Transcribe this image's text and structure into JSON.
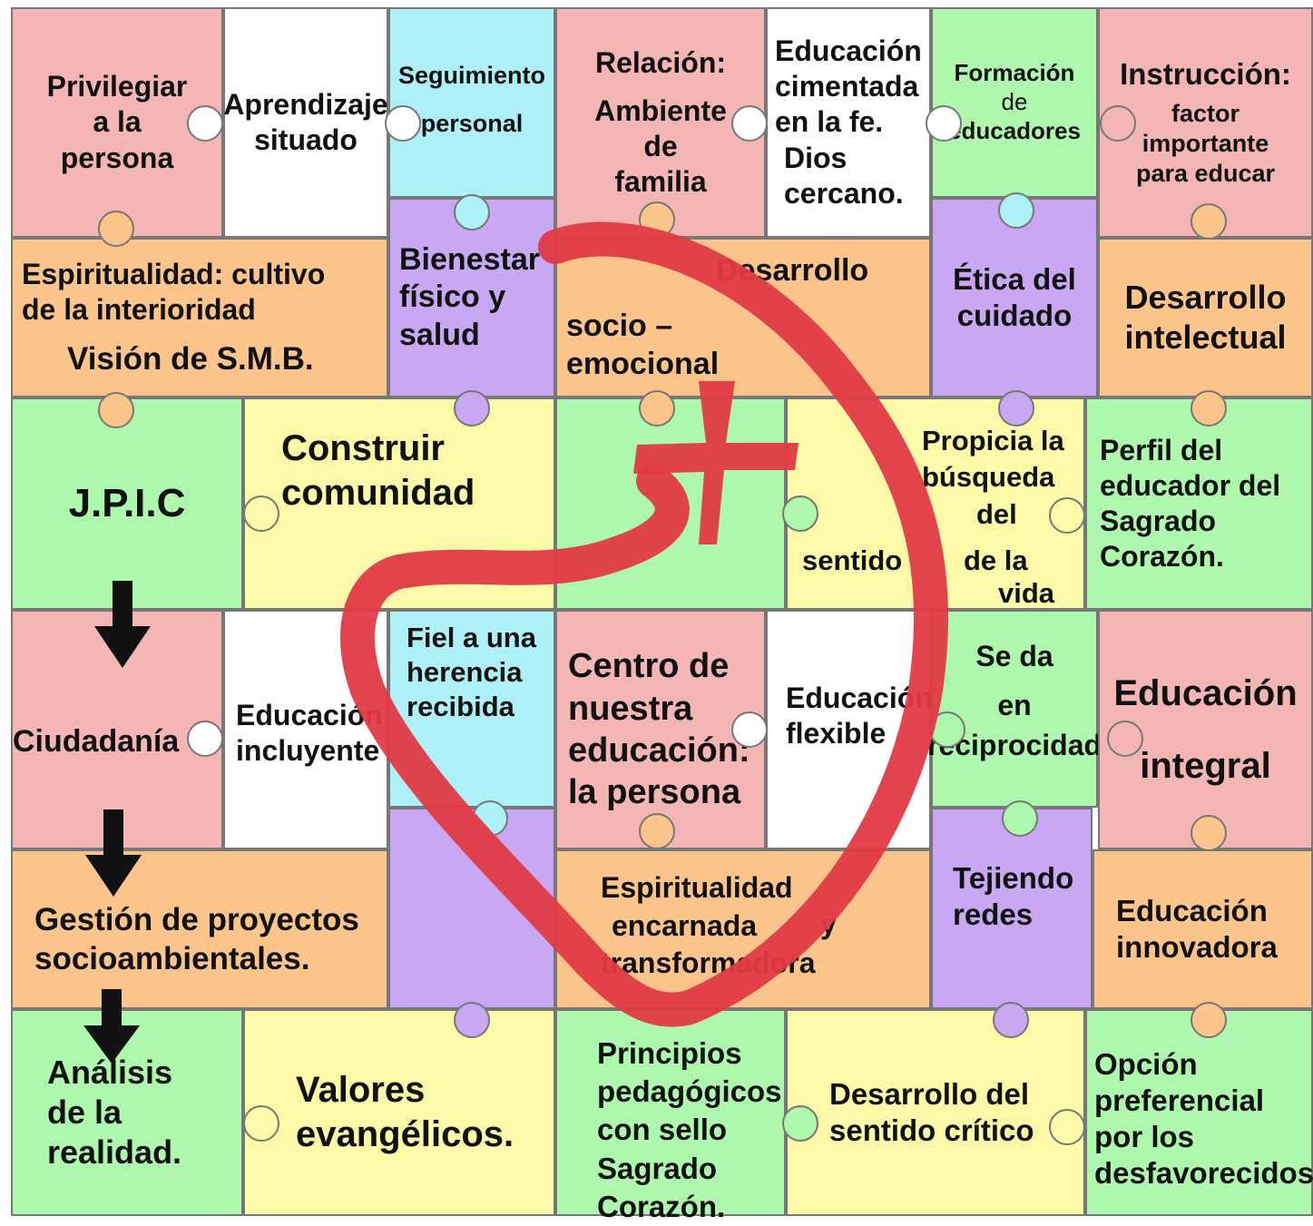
{
  "colors": {
    "pink": "#f4b6b4",
    "white": "#ffffff",
    "cyan": "#aef0f8",
    "green": "#aef8ae",
    "orange": "#fbc48a",
    "purple": "#c8a8f2",
    "yellow": "#fcf9a8",
    "heart": "#e23a44"
  },
  "pieces": {
    "p1": [
      "Privilegiar",
      "a la",
      "persona"
    ],
    "p2": [
      "Aprendizaje",
      "situado"
    ],
    "p3": [
      "Seguimiento",
      "personal"
    ],
    "p4": [
      "Relación:",
      "Ambiente",
      "de",
      "familia"
    ],
    "p5": [
      "Educación",
      "cimentada",
      "en la fe.",
      "Dios",
      "cercano."
    ],
    "p6": [
      "Formación",
      "de",
      "educadores"
    ],
    "p7": [
      "Instrucción:",
      "factor",
      "importante",
      "para educar"
    ],
    "p8": [
      "Espiritualidad: cultivo",
      "de la interioridad",
      "Visión de S.M.B."
    ],
    "p9": [
      "Bienestar",
      "físico y",
      "salud"
    ],
    "p10": [
      "Desarrollo",
      "socio –",
      "emocional"
    ],
    "p11": [
      "Ética del",
      "cuidado"
    ],
    "p12": [
      "Desarrollo",
      "intelectual"
    ],
    "p13": [
      "J.P.I.C"
    ],
    "p14": [
      "Construir",
      "comunidad"
    ],
    "p16": [
      "Propicia la",
      "búsqueda",
      "del",
      "sentido",
      "de la",
      "vida"
    ],
    "p17": [
      "Perfil del",
      "educador del",
      "Sagrado",
      "Corazón."
    ],
    "p18": [
      "Ciudadanía"
    ],
    "p19": [
      "Educación",
      "incluyente"
    ],
    "p20": [
      "Fiel a una",
      "herencia",
      "recibida"
    ],
    "p21": [
      "Centro de",
      "nuestra",
      "educación:",
      "la persona"
    ],
    "p22": [
      "Educación",
      "flexible"
    ],
    "p23": [
      "Se da",
      "en",
      "reciprocidad"
    ],
    "p24": [
      "Educación",
      "integral"
    ],
    "p25": [
      "Gestión de proyectos",
      "socioambientales."
    ],
    "p27": [
      "Espiritualidad",
      "encarnada",
      "y",
      "transformadora"
    ],
    "p28": [
      "Tejiendo",
      "redes"
    ],
    "p29": [
      "Educación",
      "innovadora"
    ],
    "p30": [
      "Análisis",
      "de la",
      "realidad."
    ],
    "p31": [
      "Valores",
      "evangélicos."
    ],
    "p32": [
      "Principios",
      "pedagógicos",
      "con sello",
      "Sagrado",
      "Corazón."
    ],
    "p33": [
      "Desarrollo del",
      "sentido crítico"
    ],
    "p34": [
      "Opción",
      "preferencial",
      "por los",
      "desfavorecidos"
    ]
  },
  "icons": {
    "heart": "sacred-heart-icon",
    "cross": "cross-icon",
    "arrow": "down-arrow-icon"
  }
}
